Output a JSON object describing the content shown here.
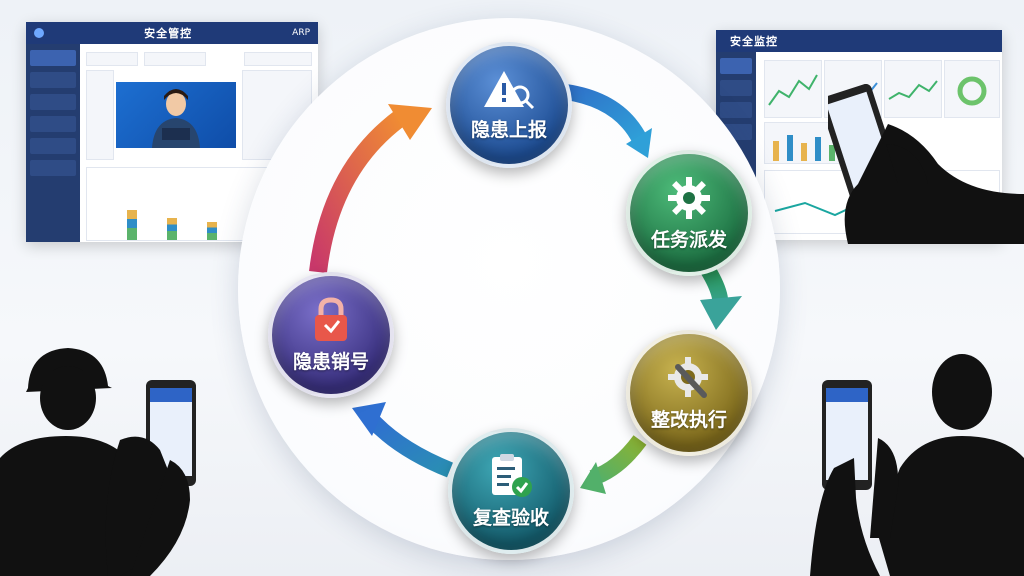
{
  "left_dashboard": {
    "title": "安全管控",
    "user": "ARP"
  },
  "right_dashboard": {
    "title": "安全监控"
  },
  "cycle": {
    "steps": [
      {
        "label": "隐患上报",
        "icon": "warning-search-icon"
      },
      {
        "label": "任务派发",
        "icon": "gear-icon"
      },
      {
        "label": "整改执行",
        "icon": "wrench-gear-icon"
      },
      {
        "label": "复查验收",
        "icon": "checklist-icon"
      },
      {
        "label": "隐患销号",
        "icon": "lock-icon"
      }
    ]
  },
  "colors": {
    "step1": "#1f4f96",
    "step2": "#1e7244",
    "step3": "#7e6a1c",
    "step4": "#155e6e",
    "step5": "#3a3180"
  }
}
